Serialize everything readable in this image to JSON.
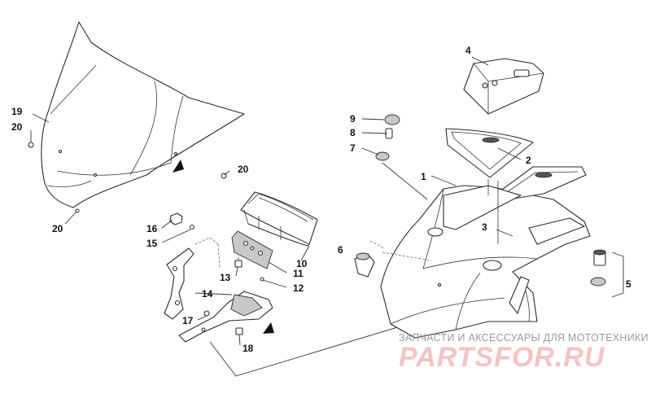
{
  "callouts": [
    {
      "label": "1"
    },
    {
      "label": "2"
    },
    {
      "label": "3"
    },
    {
      "label": "4"
    },
    {
      "label": "5"
    },
    {
      "label": "6"
    },
    {
      "label": "7"
    },
    {
      "label": "8"
    },
    {
      "label": "9"
    },
    {
      "label": "10"
    },
    {
      "label": "11"
    },
    {
      "label": "12"
    },
    {
      "label": "13"
    },
    {
      "label": "14"
    },
    {
      "label": "15"
    },
    {
      "label": "16"
    },
    {
      "label": "17"
    },
    {
      "label": "18"
    },
    {
      "label": "19"
    },
    {
      "label": "20"
    },
    {
      "label": "20"
    },
    {
      "label": "20"
    }
  ],
  "watermark": {
    "tagline": "ЗАПЧАСТИ И АКСЕССУАРЫ ДЛЯ МОТОТЕХНИКИ",
    "brand": "PARTSFOR.RU",
    "brand_color": "#f2c4c4"
  }
}
